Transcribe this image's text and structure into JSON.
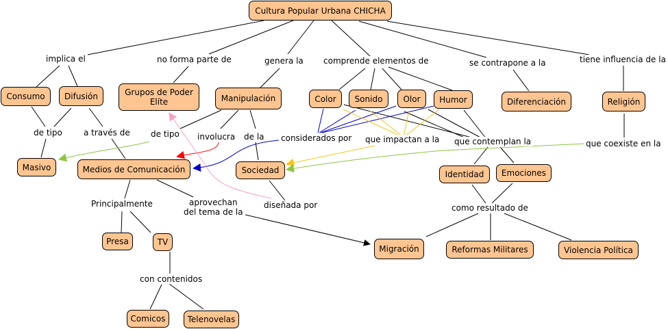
{
  "map": {
    "title": "Cultura Popular Urbana CHICHA",
    "colors": {
      "concept_fill": "#fec591",
      "concept_border": "#000000",
      "link_default": "#000000",
      "link_green": "#8cc63f",
      "link_red": "#ff0000",
      "link_blue": "#0000cc",
      "link_yellow": "#f5c518",
      "link_pink": "#f4a0c8"
    },
    "concepts": {
      "root": "Cultura Popular Urbana CHICHA",
      "consumo": "Consumo",
      "difusion": "Difusión",
      "grupos": "Grupos de Poder\nElíte",
      "manipulacion": "Manipulación",
      "color": "Color",
      "sonido": "Sonido",
      "olor": "Olor",
      "humor": "Humor",
      "diferenciacion": "Diferenciación",
      "religion": "Religión",
      "masivo": "Masivo",
      "medios": "Medios de Comunicación",
      "sociedad": "Sociedad",
      "identidad": "Identidad",
      "emociones": "Emociones",
      "presa": "Presa",
      "tv": "TV",
      "migracion": "Migración",
      "reformas": "Reformas Militares",
      "violencia": "Violencia Política",
      "comicos": "Comicos",
      "telenovelas": "Telenovelas"
    },
    "phrases": {
      "implica": "implica el",
      "no_forma": "no forma parte de",
      "genera": "genera la",
      "comprende": "comprende elementos de",
      "contrapone": "se contrapone a la",
      "influencia": "tiene influencia de la",
      "de_tipo_1": "de tipo",
      "a_traves": "a través de",
      "de_tipo_2": "de tipo",
      "involucra": "involucra",
      "de_la": "de la",
      "considerados": "considerados por",
      "impactan": "que impactan a la",
      "contemplan": "que contemplan la",
      "coexiste": "que coexiste en la",
      "principalmente": "Principalmente",
      "aprovechan": "aprovechan\ndel tema de la",
      "disenada": "diseñada por",
      "resultado": "como resultado de",
      "contenidos": "con contenidos"
    }
  }
}
